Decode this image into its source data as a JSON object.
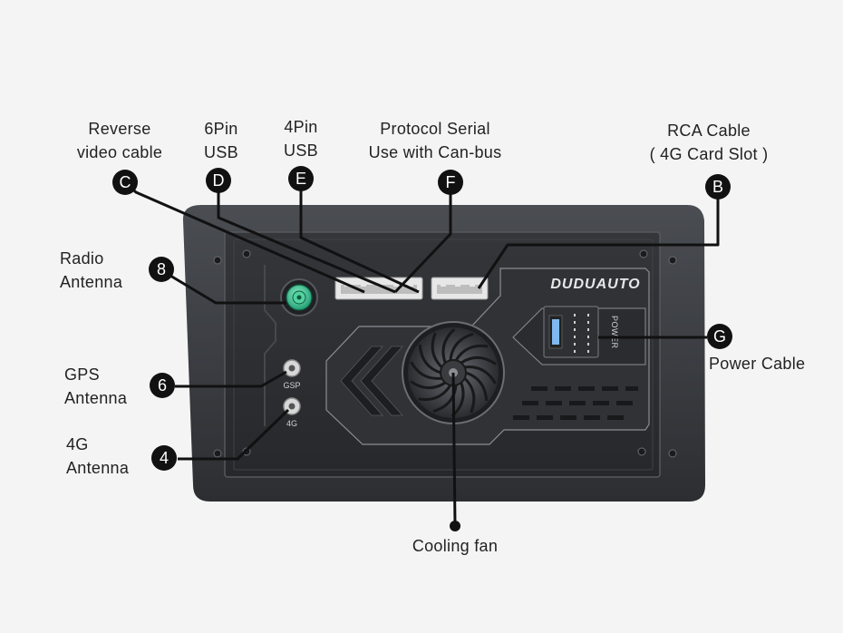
{
  "brand": "DUDUAUTO",
  "panel_marks": {
    "gps": "GSP",
    "lte": "4G",
    "power": "POWER"
  },
  "callouts": [
    {
      "id": "c",
      "badge": "C",
      "lines": [
        "Reverse",
        "video cable"
      ]
    },
    {
      "id": "d",
      "badge": "D",
      "lines": [
        "6Pin",
        "USB"
      ]
    },
    {
      "id": "e",
      "badge": "E",
      "lines": [
        "4Pin",
        "USB"
      ]
    },
    {
      "id": "f",
      "badge": "F",
      "lines": [
        "Protocol Serial",
        "Use with Can-bus"
      ]
    },
    {
      "id": "b",
      "badge": "B",
      "lines": [
        "RCA Cable",
        "( 4G Card Slot )"
      ]
    },
    {
      "id": "radio",
      "badge": "8",
      "lines": [
        "Radio",
        "Antenna"
      ]
    },
    {
      "id": "gps",
      "badge": "6",
      "lines": [
        "GPS",
        "Antenna"
      ]
    },
    {
      "id": "lte",
      "badge": "4",
      "lines": [
        "4G",
        "Antenna"
      ]
    },
    {
      "id": "g",
      "badge": "G",
      "lines": [
        "Power Cable"
      ]
    },
    {
      "id": "fan",
      "badge": "",
      "lines": [
        "Cooling fan"
      ]
    }
  ]
}
